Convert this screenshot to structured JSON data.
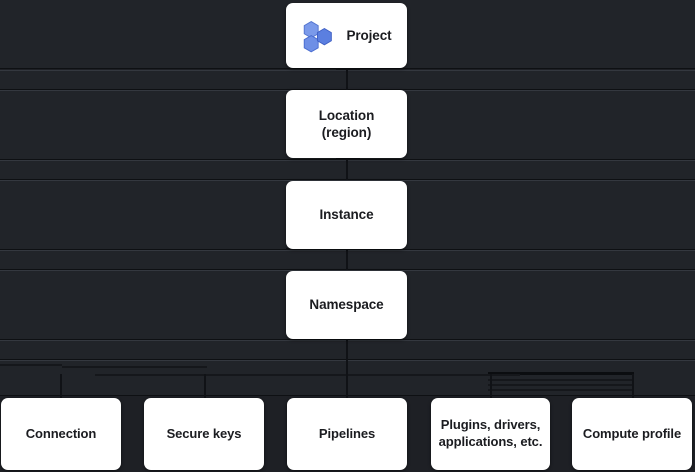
{
  "diagram": {
    "type": "hierarchy-tree",
    "background_color": "#1e2025",
    "node_color": "#ffffff",
    "node_text_color": "#1b1c20",
    "connector_color": "#101216",
    "accent_color": "#5b7fe0",
    "hierarchy": [
      {
        "id": "project",
        "label": "Project",
        "icon": "hexagon-cluster-icon",
        "level": 1
      },
      {
        "id": "location",
        "label": "Location\n(region)",
        "level": 2
      },
      {
        "id": "instance",
        "label": "Instance",
        "level": 3
      },
      {
        "id": "namespace",
        "label": "Namespace",
        "level": 4
      }
    ],
    "children": [
      {
        "id": "connection",
        "label": "Connection"
      },
      {
        "id": "secure-keys",
        "label": "Secure keys"
      },
      {
        "id": "pipelines",
        "label": "Pipelines"
      },
      {
        "id": "plugins",
        "label": "Plugins, drivers,\napplications, etc."
      },
      {
        "id": "compute-profile",
        "label": "Compute profile"
      }
    ],
    "icon_colors": {
      "hexagon_light": "#7b9aea",
      "hexagon_mid": "#5b7fe0",
      "hexagon_dark": "#4a6dd0"
    }
  }
}
